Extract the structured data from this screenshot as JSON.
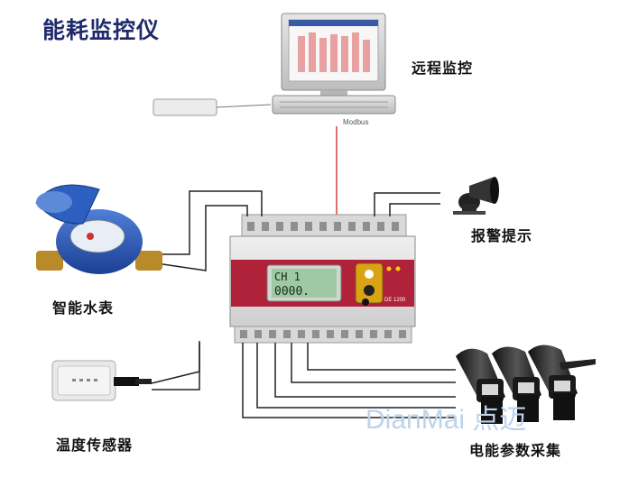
{
  "title": "能耗监控仪",
  "labels": {
    "remote_monitoring": "远程监控",
    "alarm": "报警提示",
    "water_meter": "智能水表",
    "temp_sensor": "温度传感器",
    "power_collection": "电能参数采集"
  },
  "device": {
    "display_line1": "CH 1",
    "display_line2": "0000.",
    "model": "DE 1200"
  },
  "computer": {
    "protocol": "Modbus"
  },
  "watermark": "DianMai 点迈",
  "colors": {
    "title": "#1f2a6b",
    "wire": "#222222",
    "modbus_line": "#d04040",
    "device_front": "#b0213a",
    "lcd": "#9ec9a2"
  }
}
